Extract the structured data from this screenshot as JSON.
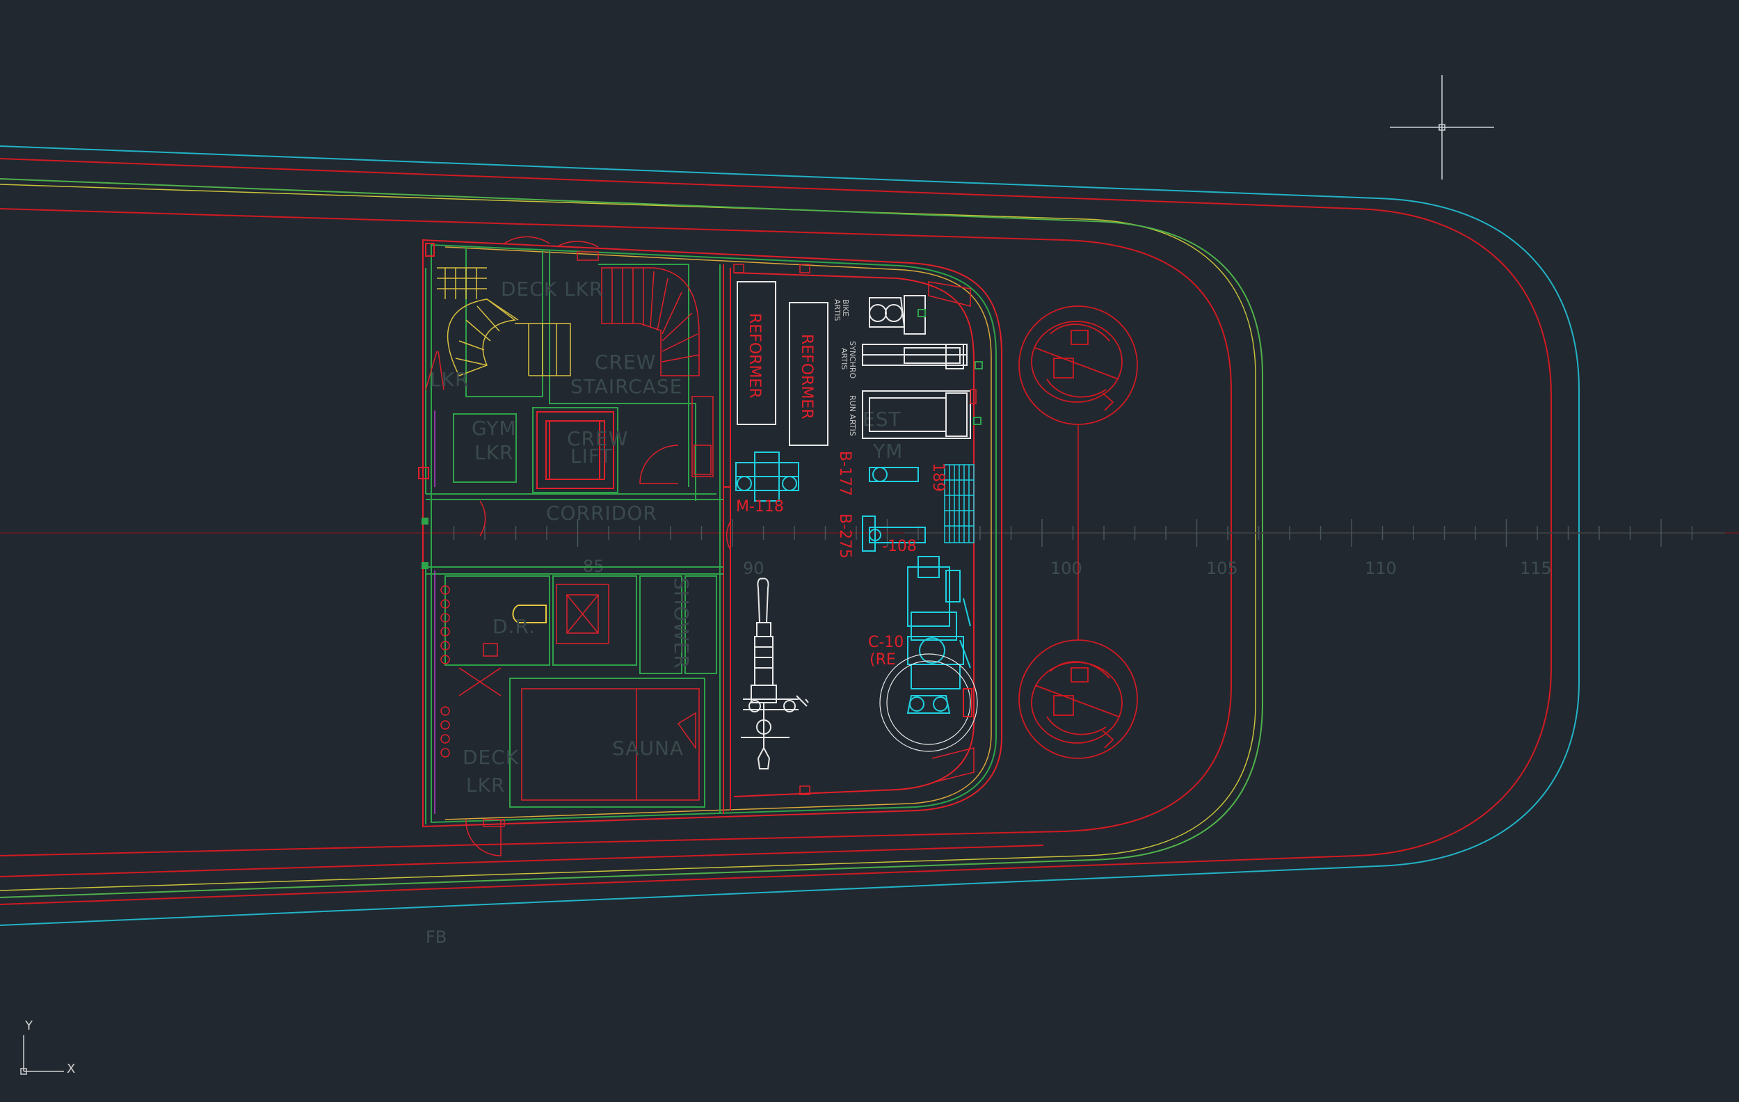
{
  "colors": {
    "background": "#212830",
    "hull_cyan": "#22b3c6",
    "hull_red": "#d11a22",
    "hull_green": "#4fb04a",
    "hull_yellow": "#c9c23a",
    "wall_green": "#2fa34a",
    "wall_red": "#e0202a",
    "equipment_cyan": "#1fd0e0",
    "equipment_white": "#e8e8e8",
    "label_gray": "#3a4a4c"
  },
  "rooms": {
    "deck_lkr_top": "DECK LKR",
    "lkr": "LKR",
    "crew_staircase_1": "CREW",
    "crew_staircase_2": "STAIRCASE",
    "gym_lkr_1": "GYM",
    "gym_lkr_2": "LKR",
    "crew_lift_1": "CREW",
    "crew_lift_2": "LIFT",
    "corridor": "CORRIDOR",
    "shower": "SHOWER",
    "sauna": "SAUNA",
    "deck_lkr_bottom_1": "DECK",
    "deck_lkr_bottom_2": "LKR",
    "gym_partial": "EST",
    "gym_partial_2": "YM",
    "dr_partial": "D.R."
  },
  "equipment": {
    "reformer_1": "REFORMER",
    "reformer_2": "REFORMER",
    "bike_artis_1": "BIKE",
    "bike_artis_2": "ARTIS",
    "synchro_artis_1": "SYNCHRO",
    "synchro_artis_2": "ARTIS",
    "run_artis": "RUN ARTIS",
    "m118": "M-118",
    "b177": "B-177",
    "b275": "B-275",
    "b108": "-108",
    "b189": "189",
    "c10": "C-10",
    "re": "(RE"
  },
  "frame_ticks": {
    "labels": [
      "90",
      "100",
      "105",
      "110",
      "115"
    ],
    "fb_label": "FB",
    "frame_85": "85"
  },
  "ucs": {
    "y_label": "Y",
    "x_label": "X"
  }
}
